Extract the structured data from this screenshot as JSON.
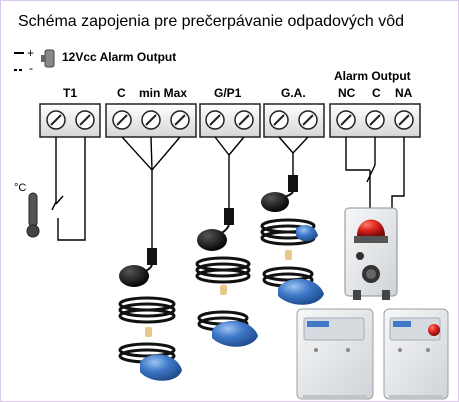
{
  "title": "Schéma zapojenia pre prečerpávanie odpadových vôd",
  "power": {
    "label": "12Vcc Alarm Output",
    "plus": "+",
    "minus": "-"
  },
  "terminals": {
    "t1": "T1",
    "c": "C",
    "minmax": "min Max",
    "gp1": "G/P1",
    "ga": "G.A.",
    "alarm_header": "Alarm Output",
    "nc": "NC",
    "c2": "C",
    "na": "NA"
  },
  "thermo_symbol": "°C",
  "colors": {
    "terminal_block": "#f2f2f2",
    "terminal_border": "#222222",
    "float_blue": "#3f79c8",
    "float_black": "#111111",
    "cable": "#1a1a1a",
    "beacon_red": "#d8221c",
    "panel": "#e8eaec",
    "frame": "#d9c9ee"
  }
}
